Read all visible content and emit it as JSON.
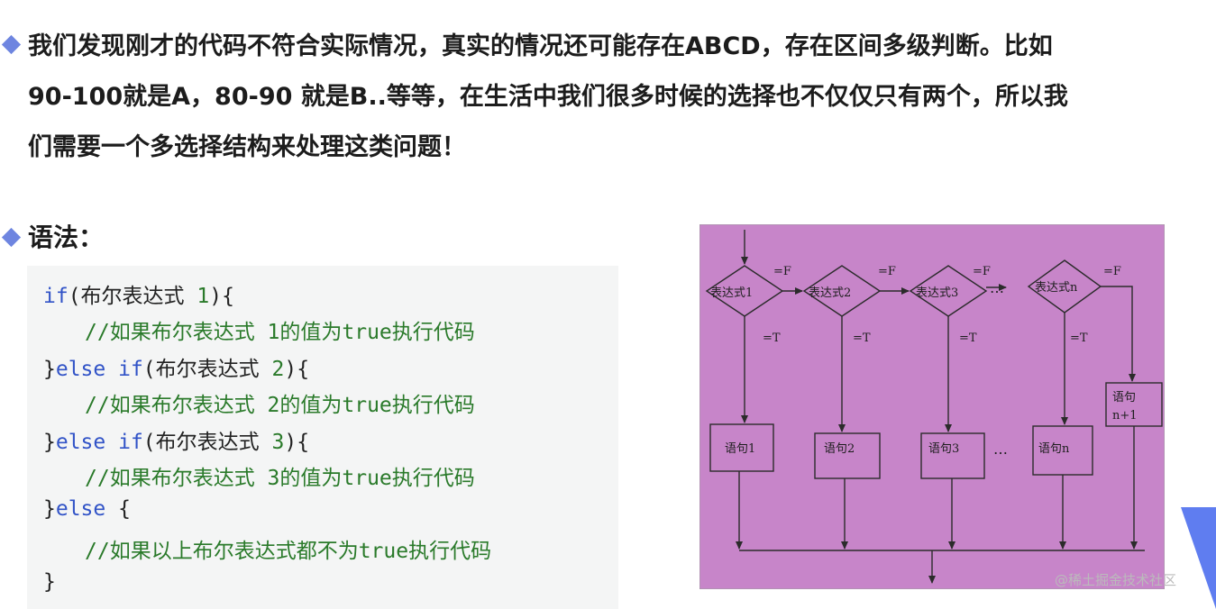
{
  "intro": {
    "line1": "我们发现刚才的代码不符合实际情况，真实的情况还可能存在ABCD，存在区间多级判断。比如",
    "line2": "90-100就是A，80-90 就是B..等等，在生活中我们很多时候的选择也不仅仅只有两个，所以我",
    "line3": "们需要一个多选择结构来处理这类问题！"
  },
  "syntax": {
    "title": "语法："
  },
  "code": {
    "l1_kw": "if",
    "l1_text": "(布尔表达式 ",
    "l1_num": "1",
    "l1_end": "){",
    "l2_comment": "//如果布尔表达式 1的值为true执行代码",
    "l3_brace": "}",
    "l3_kw": "else if",
    "l3_text": "(布尔表达式 ",
    "l3_num": "2",
    "l3_end": "){",
    "l4_comment": "//如果布尔表达式 2的值为true执行代码",
    "l5_brace": "}",
    "l5_kw": "else if",
    "l5_text": "(布尔表达式 ",
    "l5_num": "3",
    "l5_end": "){",
    "l6_comment": "//如果布尔表达式 3的值为true执行代码",
    "l7_brace": "}",
    "l7_kw": "else",
    "l7_end": " {",
    "l8_comment": "//如果以上布尔表达式都不为true执行代码",
    "l9_brace": "}"
  },
  "flowchart": {
    "cond1": "表达式1",
    "cond2": "表达式2",
    "cond3": "表达式3",
    "condn": "表达式n",
    "false_label": "=F",
    "true_label": "=T",
    "stmt1": "语句1",
    "stmt2": "语句2",
    "stmt3": "语句3",
    "stmtn": "语句n",
    "stmt_last_1": "语句",
    "stmt_last_2": "n+1",
    "ellipsis": "…",
    "bg_color": "#c785c9",
    "line_color": "#2b2b2b"
  },
  "watermark": "@稀土掘金技术社区",
  "colors": {
    "bullet": "#6e85e0",
    "keyword": "#3153c7",
    "comment": "#2a7a2a"
  }
}
